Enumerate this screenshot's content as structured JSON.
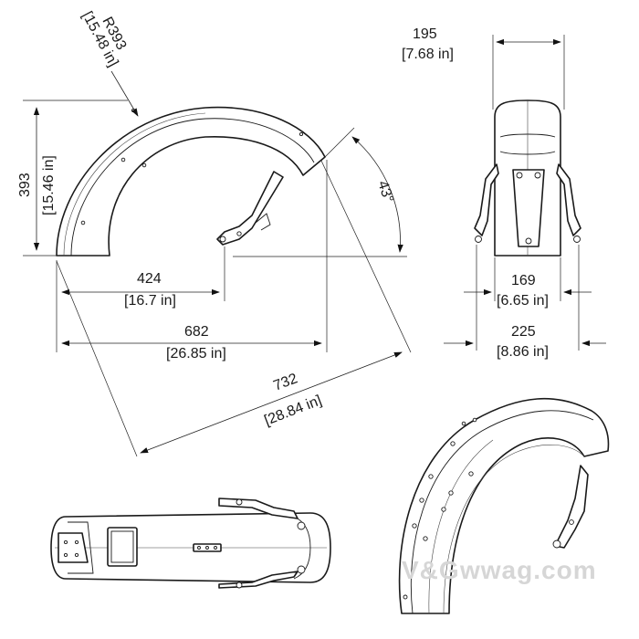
{
  "dimensions": {
    "radius": {
      "value": "R393",
      "imperial": "[15.48 in]"
    },
    "height": {
      "value": "393",
      "imperial": "[15.46 in]"
    },
    "mount_offset": {
      "value": "424",
      "imperial": "[16.7 in]"
    },
    "length": {
      "value": "682",
      "imperial": "[26.85 in]"
    },
    "chord": {
      "value": "732",
      "imperial": "[28.84 in]"
    },
    "angle": {
      "value": "43°"
    },
    "top_width": {
      "value": "195",
      "imperial": "[7.68 in]"
    },
    "inner_width": {
      "value": "169",
      "imperial": "[6.65 in]"
    },
    "outer_width": {
      "value": "225",
      "imperial": "[8.86 in]"
    }
  },
  "watermark": {
    "logo_text": "V&G",
    "site_text": "wwag.com"
  }
}
